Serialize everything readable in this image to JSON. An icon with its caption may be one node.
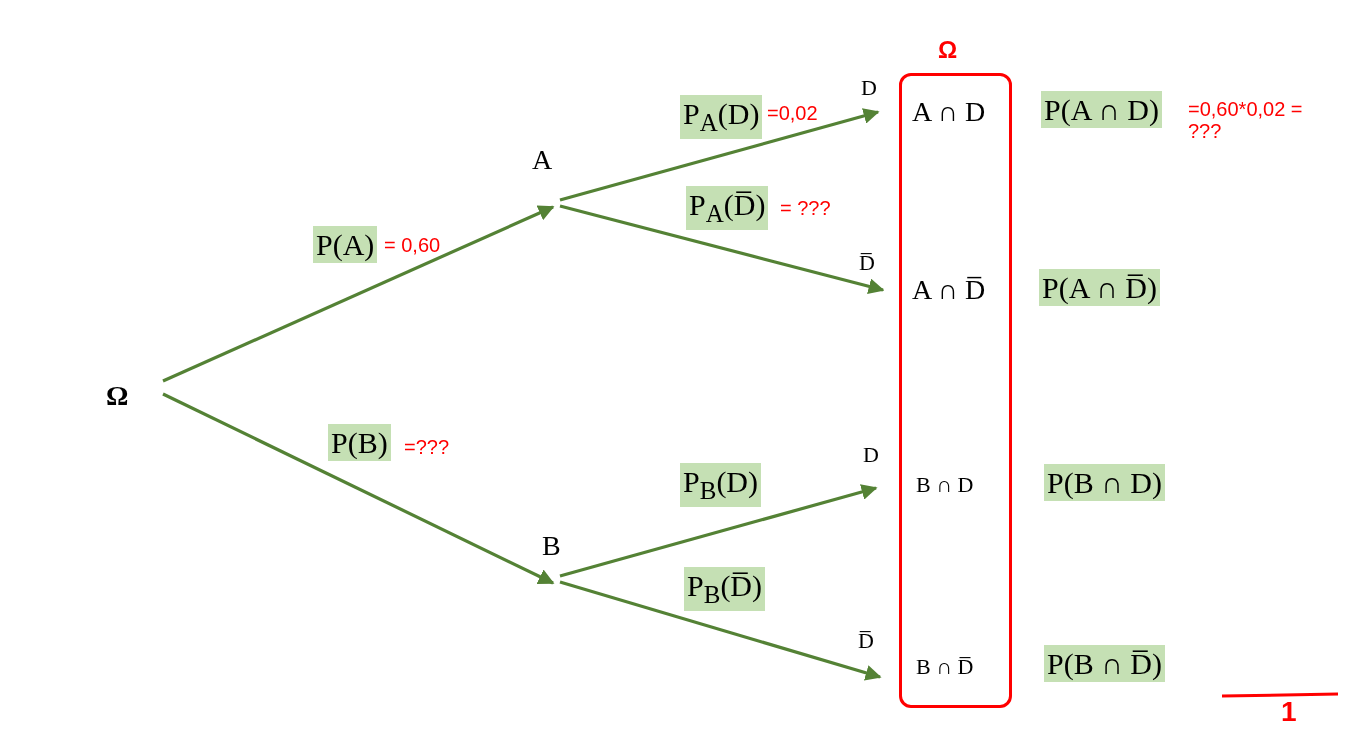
{
  "diagram": {
    "nodes": [
      {
        "text": [
          "Ω"
        ]
      },
      {
        "text": [
          "A"
        ]
      },
      {
        "text": [
          "B"
        ]
      },
      {
        "text": [
          "D"
        ]
      },
      {
        "text": [
          "D̅"
        ]
      },
      {
        "text": [
          "D"
        ]
      },
      {
        "text": [
          "D̅"
        ]
      },
      {
        "text": [
          "Ω"
        ]
      },
      {
        "text": [
          "A ∩ D"
        ],
        "in": 7
      },
      {
        "text": [
          "A ∩ D̅"
        ],
        "in": 7
      },
      {
        "text": [
          "B ∩ D"
        ],
        "in": 7
      },
      {
        "text": [
          "B ∩ D̅"
        ],
        "in": 7
      }
    ],
    "edges": [
      {
        "from": 0,
        "to": 1,
        "arrow": "to",
        "label": "P(A)"
      },
      {
        "from": 0,
        "to": 2,
        "arrow": "to",
        "label": "P(B)"
      },
      {
        "from": 1,
        "to": 3,
        "arrow": "to",
        "label": "P$_{A}$(D)"
      },
      {
        "from": 1,
        "to": 4,
        "arrow": "to",
        "label": "P$_{A}$(D̅)"
      },
      {
        "from": 2,
        "to": 5,
        "arrow": "to",
        "label": "P$_{B}$(D)"
      },
      {
        "from": 2,
        "to": 6,
        "arrow": "to",
        "label": "P$_{B}$(D̅)"
      }
    ],
    "labels": [
      "=0,02",
      "P(A ∩ D)",
      "=0,60*0,02 = ???",
      "= ???",
      "= 0,60",
      "P(A ∩ D̅)",
      "=???",
      "P(B ∩ D)",
      "P(B ∩ D̅)",
      "1"
    ]
  }
}
